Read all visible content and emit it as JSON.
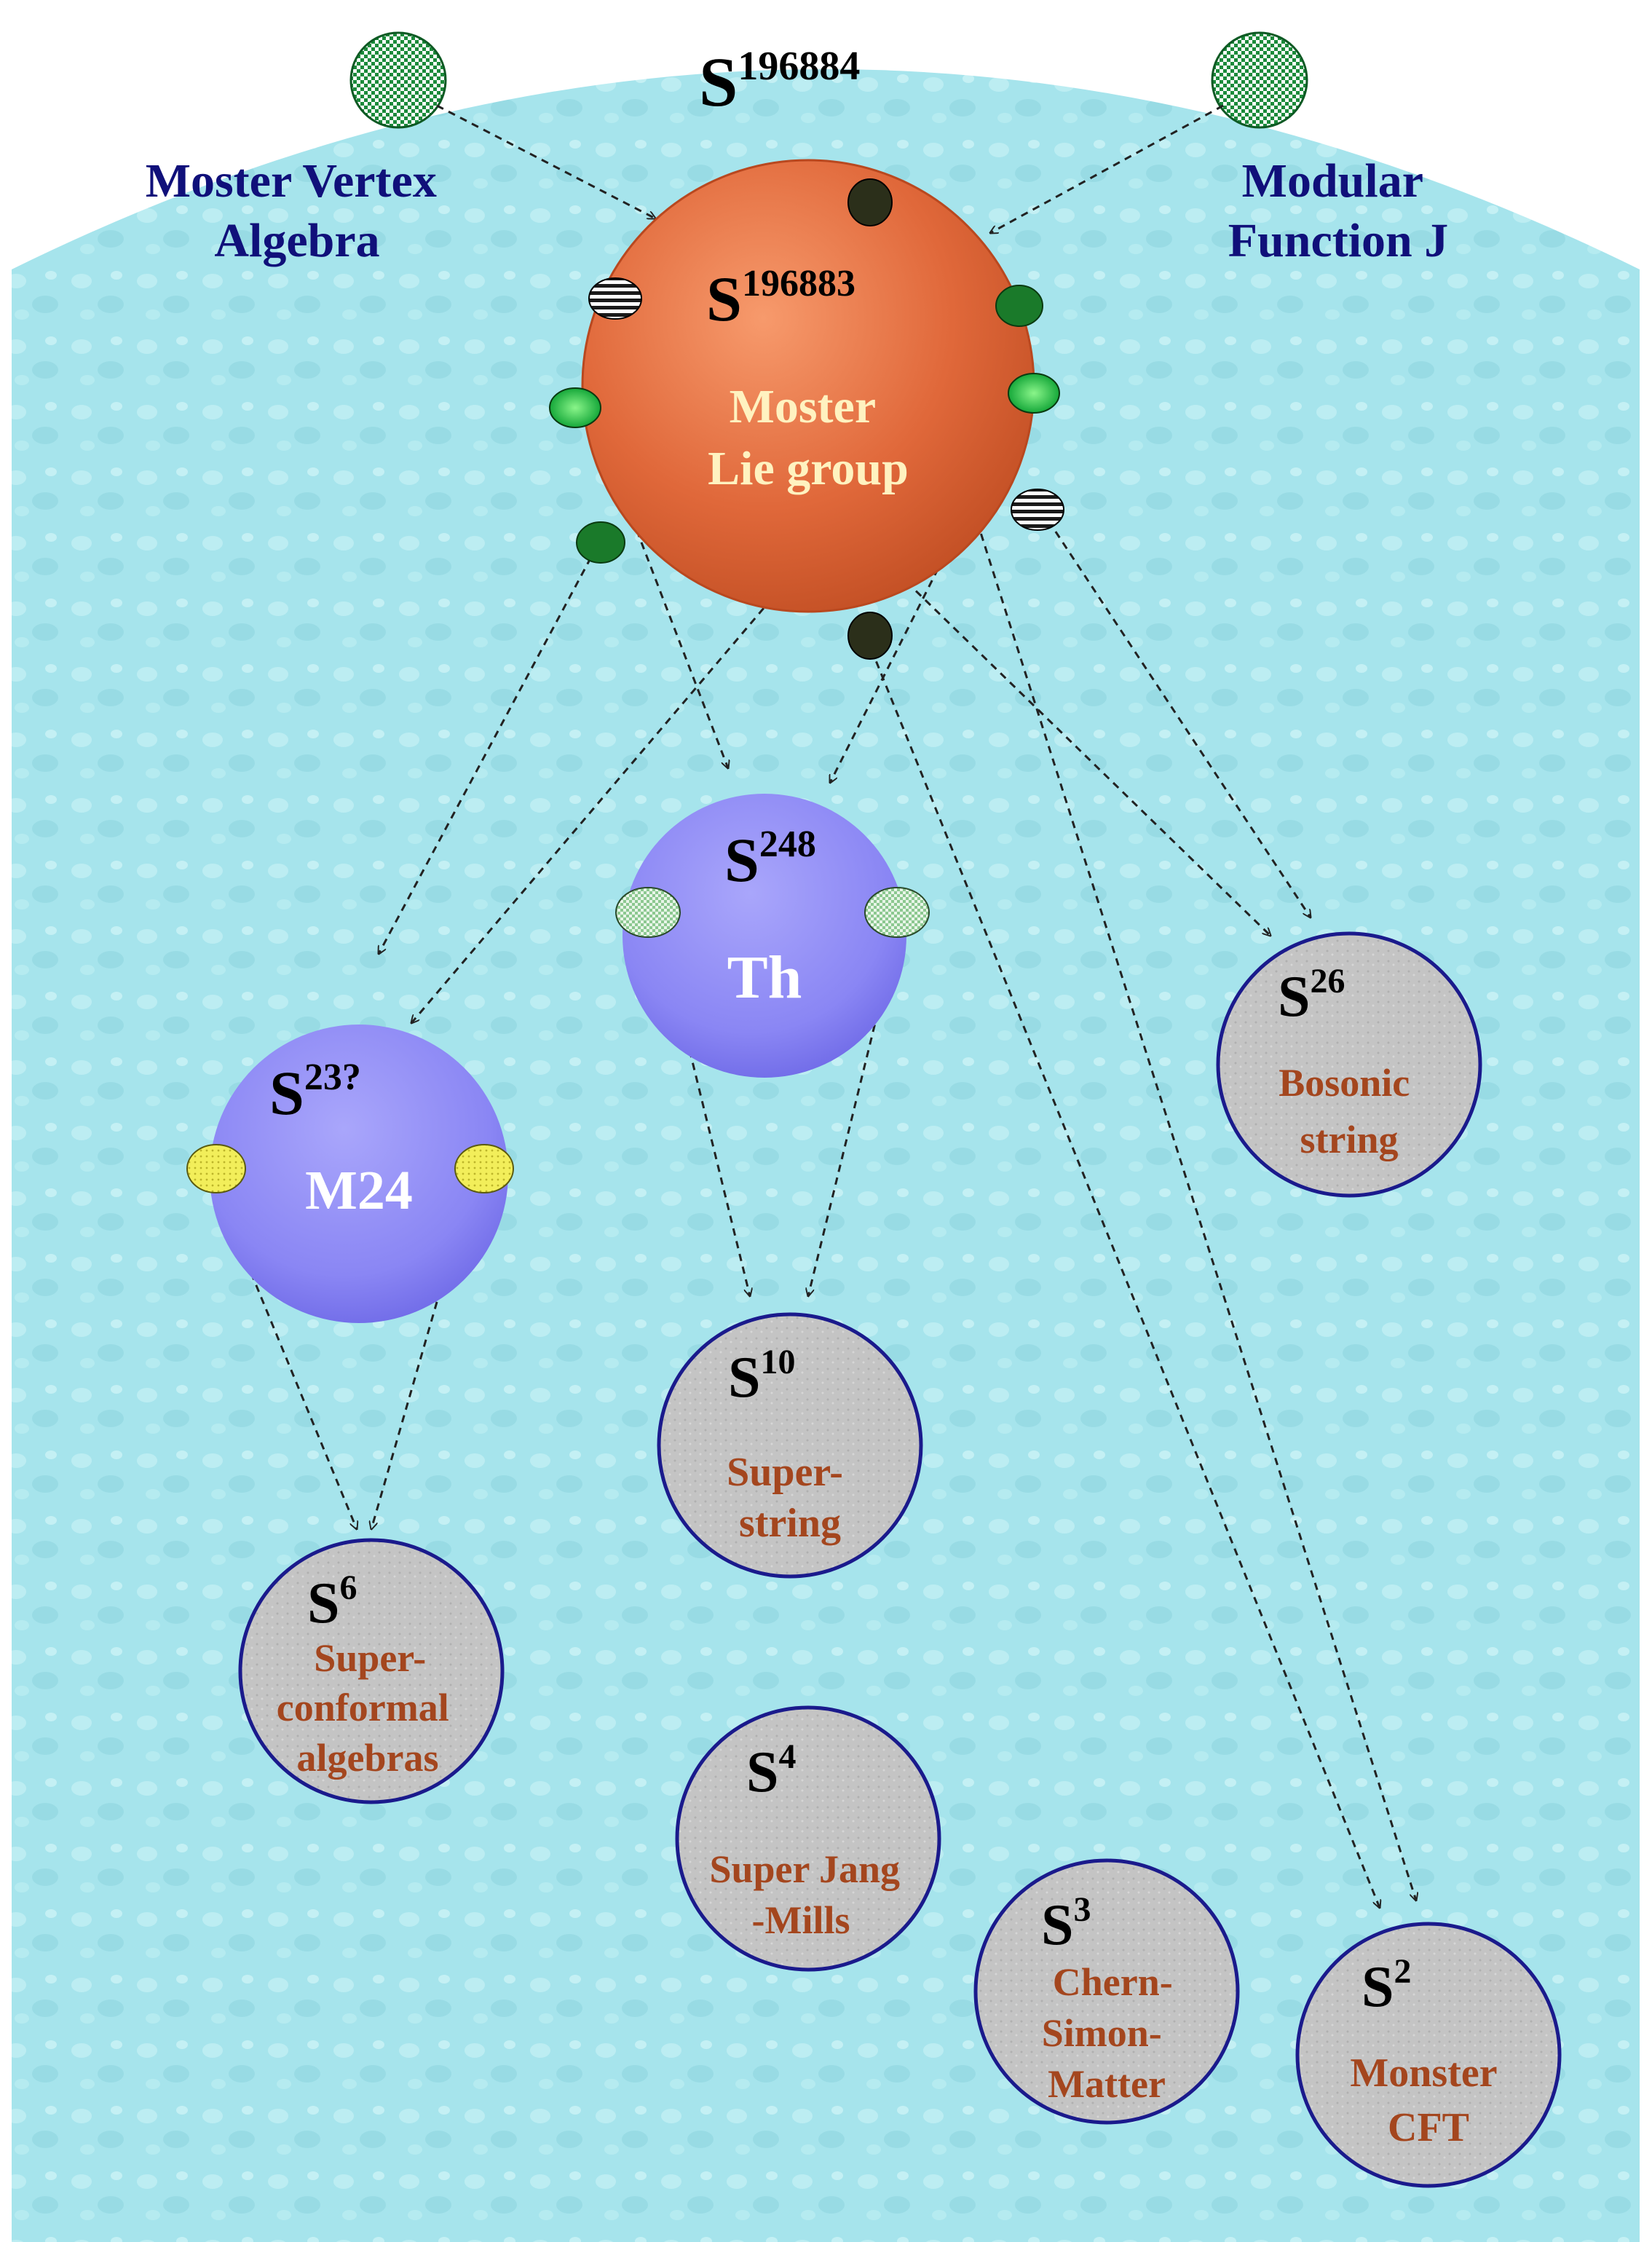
{
  "outer": {
    "label_base": "S",
    "label_sup": "196884"
  },
  "external_sources": {
    "vertex_algebra_line1": "Moster Vertex",
    "vertex_algebra_line2": "Algebra",
    "modular_function_line1": "Modular",
    "modular_function_line2": "Function J"
  },
  "monster": {
    "base": "S",
    "sup": "196883",
    "name_line1": "Moster",
    "name_line2": "Lie group"
  },
  "thompson": {
    "base": "S",
    "sup": "248",
    "name": "Th"
  },
  "mathieu": {
    "base": "S",
    "sup": "23?",
    "name": "M24"
  },
  "bosonic": {
    "base": "S",
    "sup": "26",
    "line1": "Bosonic",
    "line2": "string"
  },
  "superstring": {
    "base": "S",
    "sup": "10",
    "line1": "Super-",
    "line2": "string"
  },
  "superconformal": {
    "base": "S",
    "sup": "6",
    "line1": "Super-",
    "line2": "conformal",
    "line3": "algebras"
  },
  "yang_mills": {
    "base": "S",
    "sup": "4",
    "line1": "Super Jang",
    "line2": "-Mills"
  },
  "chern_simons": {
    "base": "S",
    "sup": "3",
    "line1": "Chern-",
    "line2": "Simon-",
    "line3": "Matter"
  },
  "monster_cft": {
    "base": "S",
    "sup": "2",
    "line1": "Monster",
    "line2": "CFT"
  },
  "colors": {
    "background_water": "#a6e4ec",
    "outer_label": "#000000",
    "source_label": "#10107a",
    "monster_fill": "#e0683a",
    "monster_text": "#fff2c0",
    "purple_fill": "#8a86f4",
    "white_text": "#ffffff",
    "gray_fill": "#c4c4c4",
    "gray_stroke": "#1a1a8c",
    "brown_text": "#a4461e",
    "arrow": "#222222"
  }
}
